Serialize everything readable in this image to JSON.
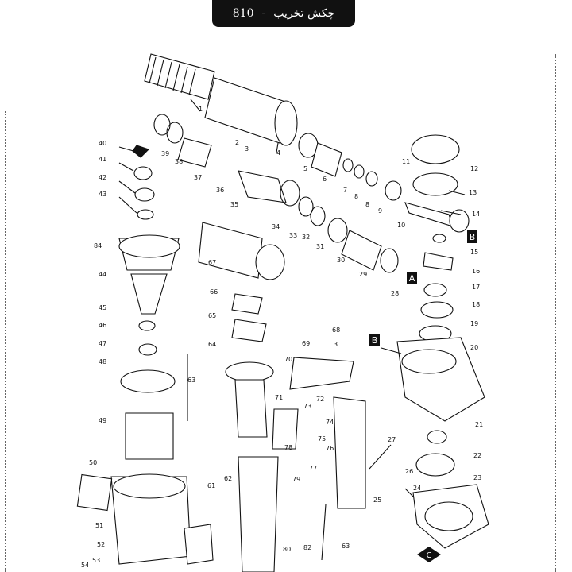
{
  "header": {
    "title": "چکش تخریب",
    "dash": "-",
    "model": "810"
  },
  "callout_letters": [
    "A",
    "B",
    "B",
    "C"
  ],
  "part_numbers": [
    "1",
    "2",
    "3",
    "4",
    "5",
    "6",
    "7",
    "8",
    "8",
    "9",
    "10",
    "11",
    "12",
    "13",
    "14",
    "15",
    "16",
    "17",
    "18",
    "19",
    "20",
    "21",
    "22",
    "23",
    "24",
    "25",
    "26",
    "27",
    "28",
    "29",
    "30",
    "31",
    "32",
    "33",
    "34",
    "35",
    "36",
    "37",
    "38",
    "39",
    "40",
    "41",
    "42",
    "43",
    "84",
    "44",
    "45",
    "46",
    "47",
    "48",
    "49",
    "50",
    "51",
    "52",
    "53",
    "54",
    "61",
    "62",
    "63",
    "63",
    "64",
    "65",
    "66",
    "67",
    "68",
    "3",
    "69",
    "70",
    "71",
    "72",
    "73",
    "74",
    "75",
    "76",
    "77",
    "78",
    "79",
    "80",
    "82"
  ]
}
